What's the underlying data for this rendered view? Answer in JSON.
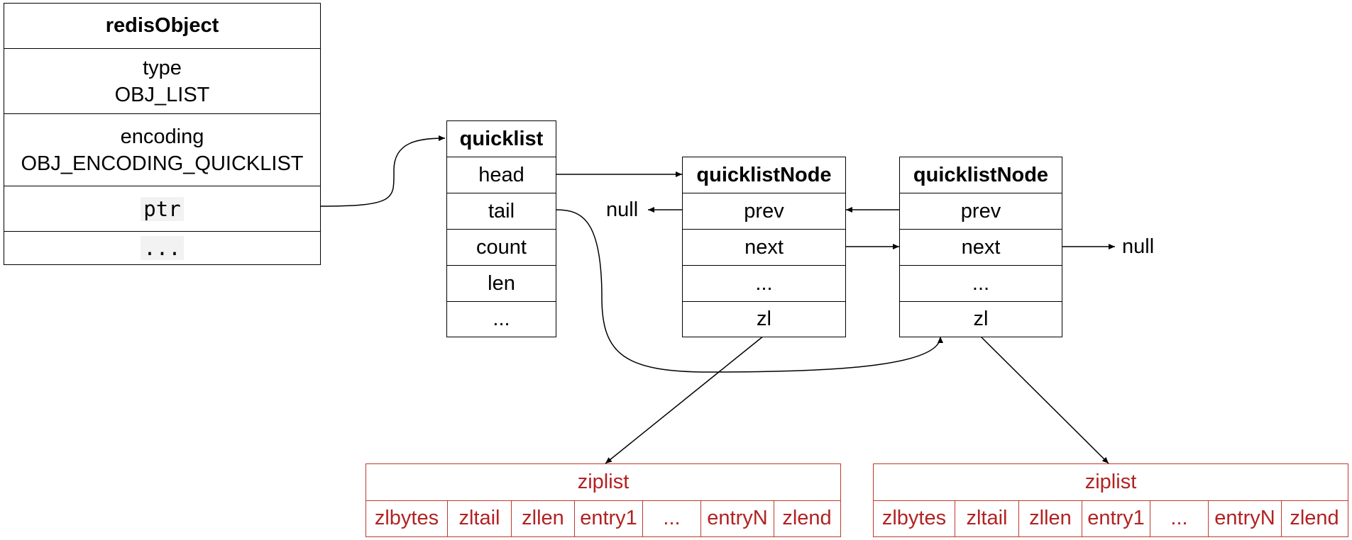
{
  "redis_object": {
    "title": "redisObject",
    "type_label": "type",
    "type_value": "OBJ_LIST",
    "encoding_label": "encoding",
    "encoding_value": "OBJ_ENCODING_QUICKLIST",
    "ptr": "ptr",
    "ellipsis": "..."
  },
  "quicklist": {
    "title": "quicklist",
    "fields": [
      "head",
      "tail",
      "count",
      "len",
      "..."
    ]
  },
  "node1": {
    "title": "quicklistNode",
    "fields": [
      "prev",
      "next",
      "...",
      "zl"
    ]
  },
  "node2": {
    "title": "quicklistNode",
    "fields": [
      "prev",
      "next",
      "...",
      "zl"
    ]
  },
  "null_left": "null",
  "null_right": "null",
  "ziplist1": {
    "title": "ziplist",
    "cells": [
      "zlbytes",
      "zltail",
      "zllen",
      "entry1",
      "...",
      "entryN",
      "zlend"
    ]
  },
  "ziplist2": {
    "title": "ziplist",
    "cells": [
      "zlbytes",
      "zltail",
      "zllen",
      "entry1",
      "...",
      "entryN",
      "zlend"
    ]
  },
  "colors": {
    "ziplist": "#b22222",
    "lines": "#000000"
  }
}
